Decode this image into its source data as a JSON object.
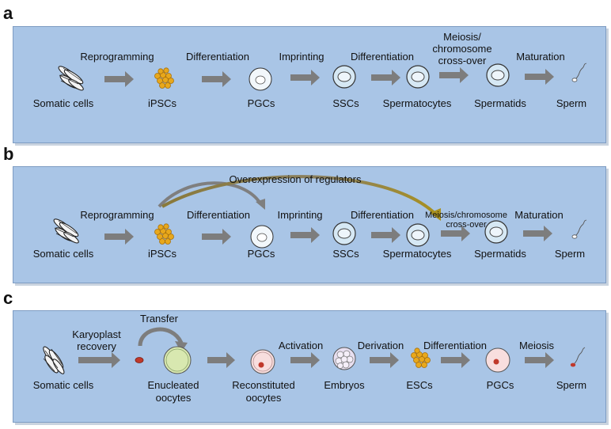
{
  "colors": {
    "panel_bg": "#a9c5e6",
    "arrow": "#7d7d7d",
    "ipsc": "#e8a81c",
    "nucleus_red": "#c0392b",
    "oocyte": "#d8e8b0"
  },
  "panel_a": {
    "letter": "a",
    "steps": [
      "Reprogramming",
      "Differentiation",
      "Imprinting",
      "Differentiation",
      "Meiosis/\nchromosome\ncross-over",
      "Maturation"
    ],
    "cells": [
      "Somatic cells",
      "iPSCs",
      "PGCs",
      "SSCs",
      "Spermatocytes",
      "Spermatids",
      "Sperm"
    ]
  },
  "panel_b": {
    "letter": "b",
    "overexpression": "Overexpression of regulators",
    "steps": [
      "Reprogramming",
      "Differentiation",
      "Imprinting",
      "Differentiation",
      "Meiosis/chromosome\ncross-over",
      "Maturation"
    ],
    "cells": [
      "Somatic cells",
      "iPSCs",
      "PGCs",
      "SSCs",
      "Spermatocytes",
      "Spermatids",
      "Sperm"
    ]
  },
  "panel_c": {
    "letter": "c",
    "transfer": "Transfer",
    "steps": [
      "Karyoplast\nrecovery",
      "Activation",
      "Derivation",
      "Differentiation",
      "Meiosis"
    ],
    "cells": [
      "Somatic cells",
      "Enucleated\noocytes",
      "Reconstituted\noocytes",
      "Embryos",
      "ESCs",
      "PGCs",
      "Sperm"
    ]
  }
}
